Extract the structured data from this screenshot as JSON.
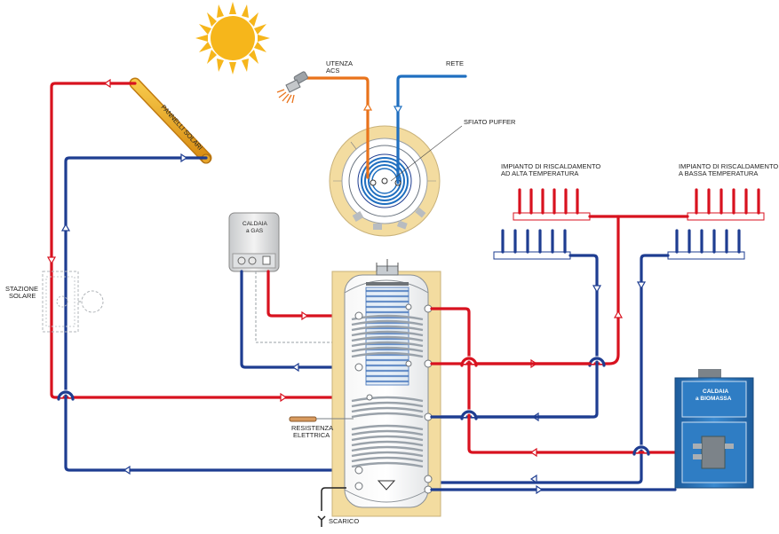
{
  "labels": {
    "pannelli": "PANNELLI SOLARI",
    "utenza_line1": "UTENZA",
    "utenza_line2": "ACS",
    "rete": "RETE",
    "sfiato": "SFIATO PUFFER",
    "alta_line1": "IMPIANTO DI RISCALDAMENTO",
    "alta_line2": "AD ALTA TEMPERATURA",
    "bassa_line1": "IMPIANTO DI RISCALDAMENTO",
    "bassa_line2": "A BASSA TEMPERATURA",
    "caldaia_gas_line1": "CALDAIA",
    "caldaia_gas_line2": "a GAS",
    "stazione_line1": "STAZIONE",
    "stazione_line2": "SOLARE",
    "resistenza_line1": "RESISTENZA",
    "resistenza_line2": "ELETTRICA",
    "biomassa_line1": "CALDAIA",
    "biomassa_line2": "a BIOMASSA",
    "scarico": "SCARICO"
  },
  "colors": {
    "hot": "#d8121f",
    "cold": "#1e3d91",
    "mains": "#1f6fc0",
    "dhw": "#e9731b",
    "insulation": "#f3dca0",
    "coil": "#b9cbe0",
    "sun": "#f6b61b",
    "boiler_body": "#2a73b8"
  },
  "icons": {
    "sun": "sun-icon",
    "shower": "shower-icon",
    "drain": "drain-icon"
  }
}
